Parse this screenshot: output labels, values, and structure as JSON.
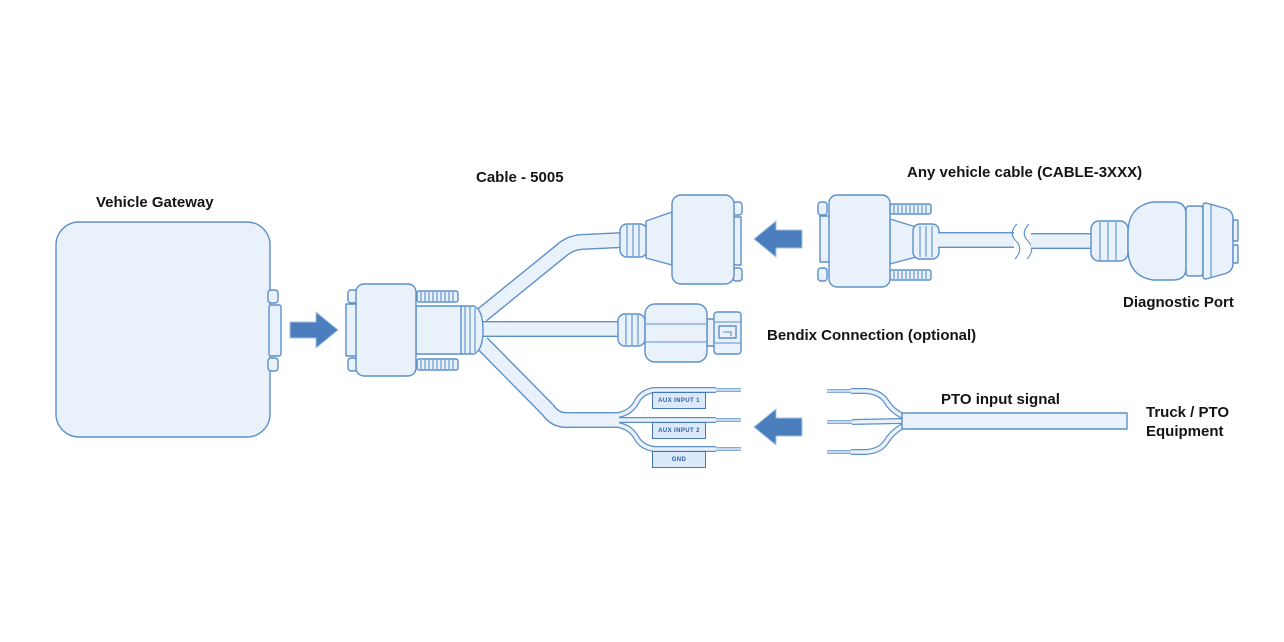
{
  "labels": {
    "vehicle_gateway": "Vehicle Gateway",
    "cable_5005": "Cable - 5005",
    "any_vehicle_cable": "Any vehicle cable (CABLE-3XXX)",
    "diagnostic_port": "Diagnostic Port",
    "bendix_connection": "Bendix Connection (optional)",
    "pto_input_signal": "PTO input signal",
    "truck_pto_equipment": "Truck / PTO Equipment",
    "aux_input_1": "AUX INPUT 1",
    "aux_input_2": "AUX INPUT 2",
    "gnd": "GND"
  },
  "colors": {
    "background": "#ffffff",
    "shape_fill": "#e9f1fb",
    "shape_stroke": "#5d8fca",
    "arrow_fill": "#4a7ebd",
    "tag_fill": "#dce9f8",
    "tag_border": "#4277bd",
    "tag_text": "#2d5fa8",
    "label_text": "#141414"
  }
}
